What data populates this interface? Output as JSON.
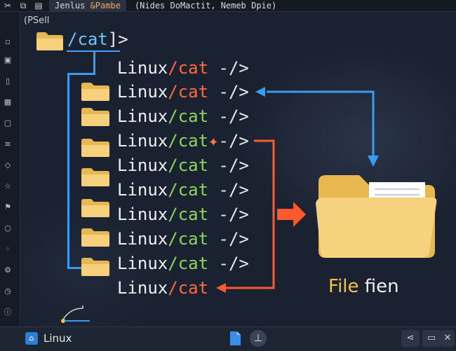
{
  "topbar": {
    "icons": [
      "scissors-icon",
      "copy-icon",
      "file-icon"
    ],
    "tab_label": "Jenlus ",
    "tab_accent": "&Pambe",
    "window_title": "(Nides DoMactit, Nemeb Dpie)"
  },
  "prompt_label": "(PSell",
  "root": {
    "path": "/cat",
    "bracket": "]>"
  },
  "rows": [
    {
      "os": "Linux",
      "path": "/cat",
      "tail": " -/>"
    },
    {
      "os": "Linux",
      "path": "/cat",
      "tail": " -/>"
    },
    {
      "os": "Linux",
      "path": "/cat",
      "tail": " -/>"
    },
    {
      "os": "Linux",
      "path": "/cat",
      "spark": "✦",
      "tail": "-/>"
    },
    {
      "os": "Linux",
      "path": "/cat",
      "tail": " -/>"
    },
    {
      "os": "Linux",
      "path": "/cat",
      "tail": " -/>"
    },
    {
      "os": "Linux",
      "path": "/cat",
      "tail": " -/>"
    },
    {
      "os": "Linux",
      "path": "/cat",
      "tail": " -/>"
    },
    {
      "os": "Linux",
      "path": "/cat",
      "tail": " -/>"
    },
    {
      "os": "Linux",
      "path": "/cat",
      "tail": ""
    }
  ],
  "file_label": {
    "first": "File",
    "rest": " fien"
  },
  "statusbar": {
    "app_label": "Linux",
    "icons": [
      "document-icon",
      "pin-icon",
      "share-icon",
      "panel-icon",
      "close-icon"
    ]
  },
  "colors": {
    "background": "#1a2130",
    "linux_text": "#eef0f3",
    "path_orange": "#ff6a3d",
    "path_green": "#8fd45c",
    "tree_blue": "#3a9cf0",
    "folder_yellow": "#f6d07a"
  }
}
